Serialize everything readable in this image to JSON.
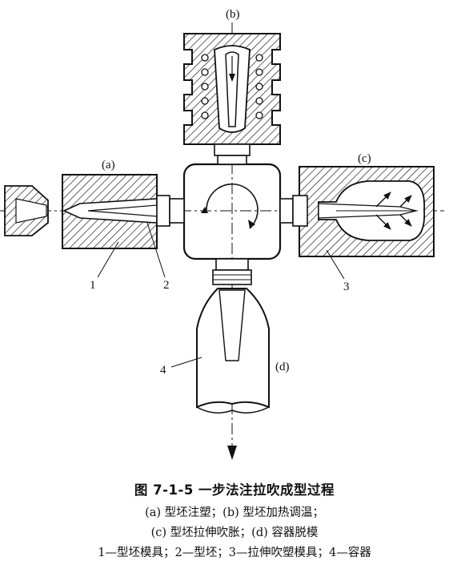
{
  "stage_labels": {
    "a": "(a)",
    "b": "(b)",
    "c": "(c)",
    "d": "(d)"
  },
  "part_labels": {
    "p1": "1",
    "p2": "2",
    "p3": "3",
    "p4": "4"
  },
  "caption": {
    "title": "图 7-1-5    一步法注拉吹成型过程",
    "line1": "(a) 型坯注塑；(b) 型坯加热调温；",
    "line2": "(c) 型坯拉伸吹胀；(d) 容器脱模",
    "line3": "1—型坯模具；2—型坯；3—拉伸吹塑模具；4—容器"
  }
}
